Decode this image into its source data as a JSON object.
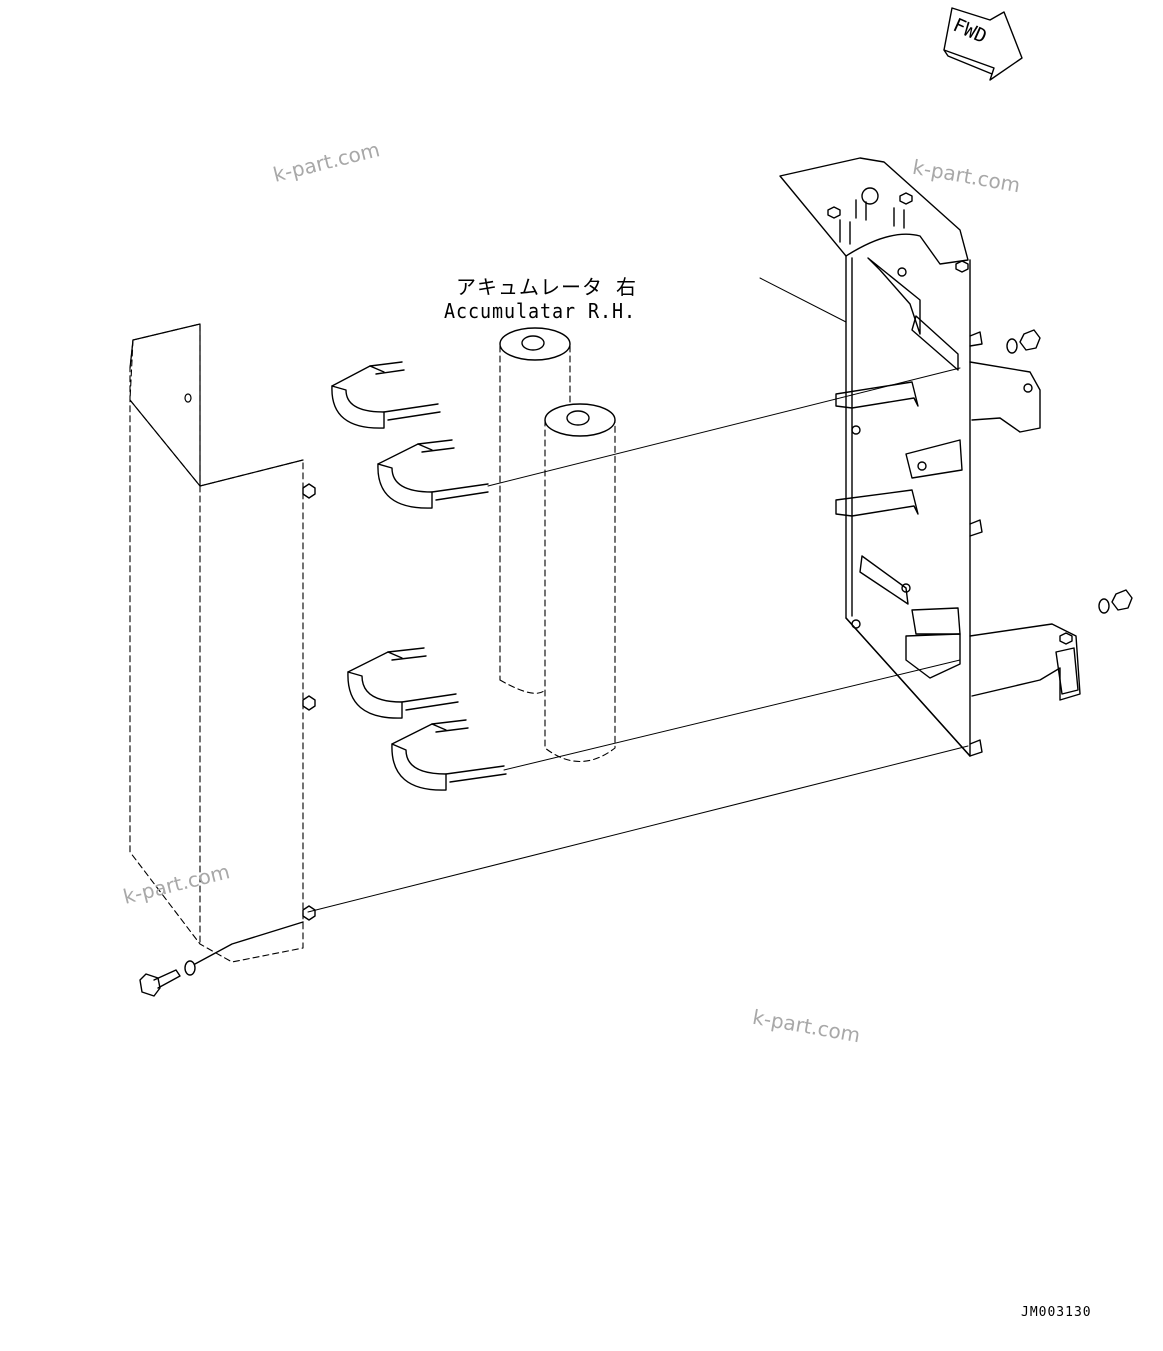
{
  "labels": {
    "part_name_jp": "アキュムレータ 右",
    "part_name_en": "Accumulatar R.H.",
    "direction": "FWD",
    "drawing_code": "JM003130"
  },
  "watermarks": [
    "k-part.com",
    "k-part.com",
    "k-part.com",
    "k-part.com"
  ]
}
